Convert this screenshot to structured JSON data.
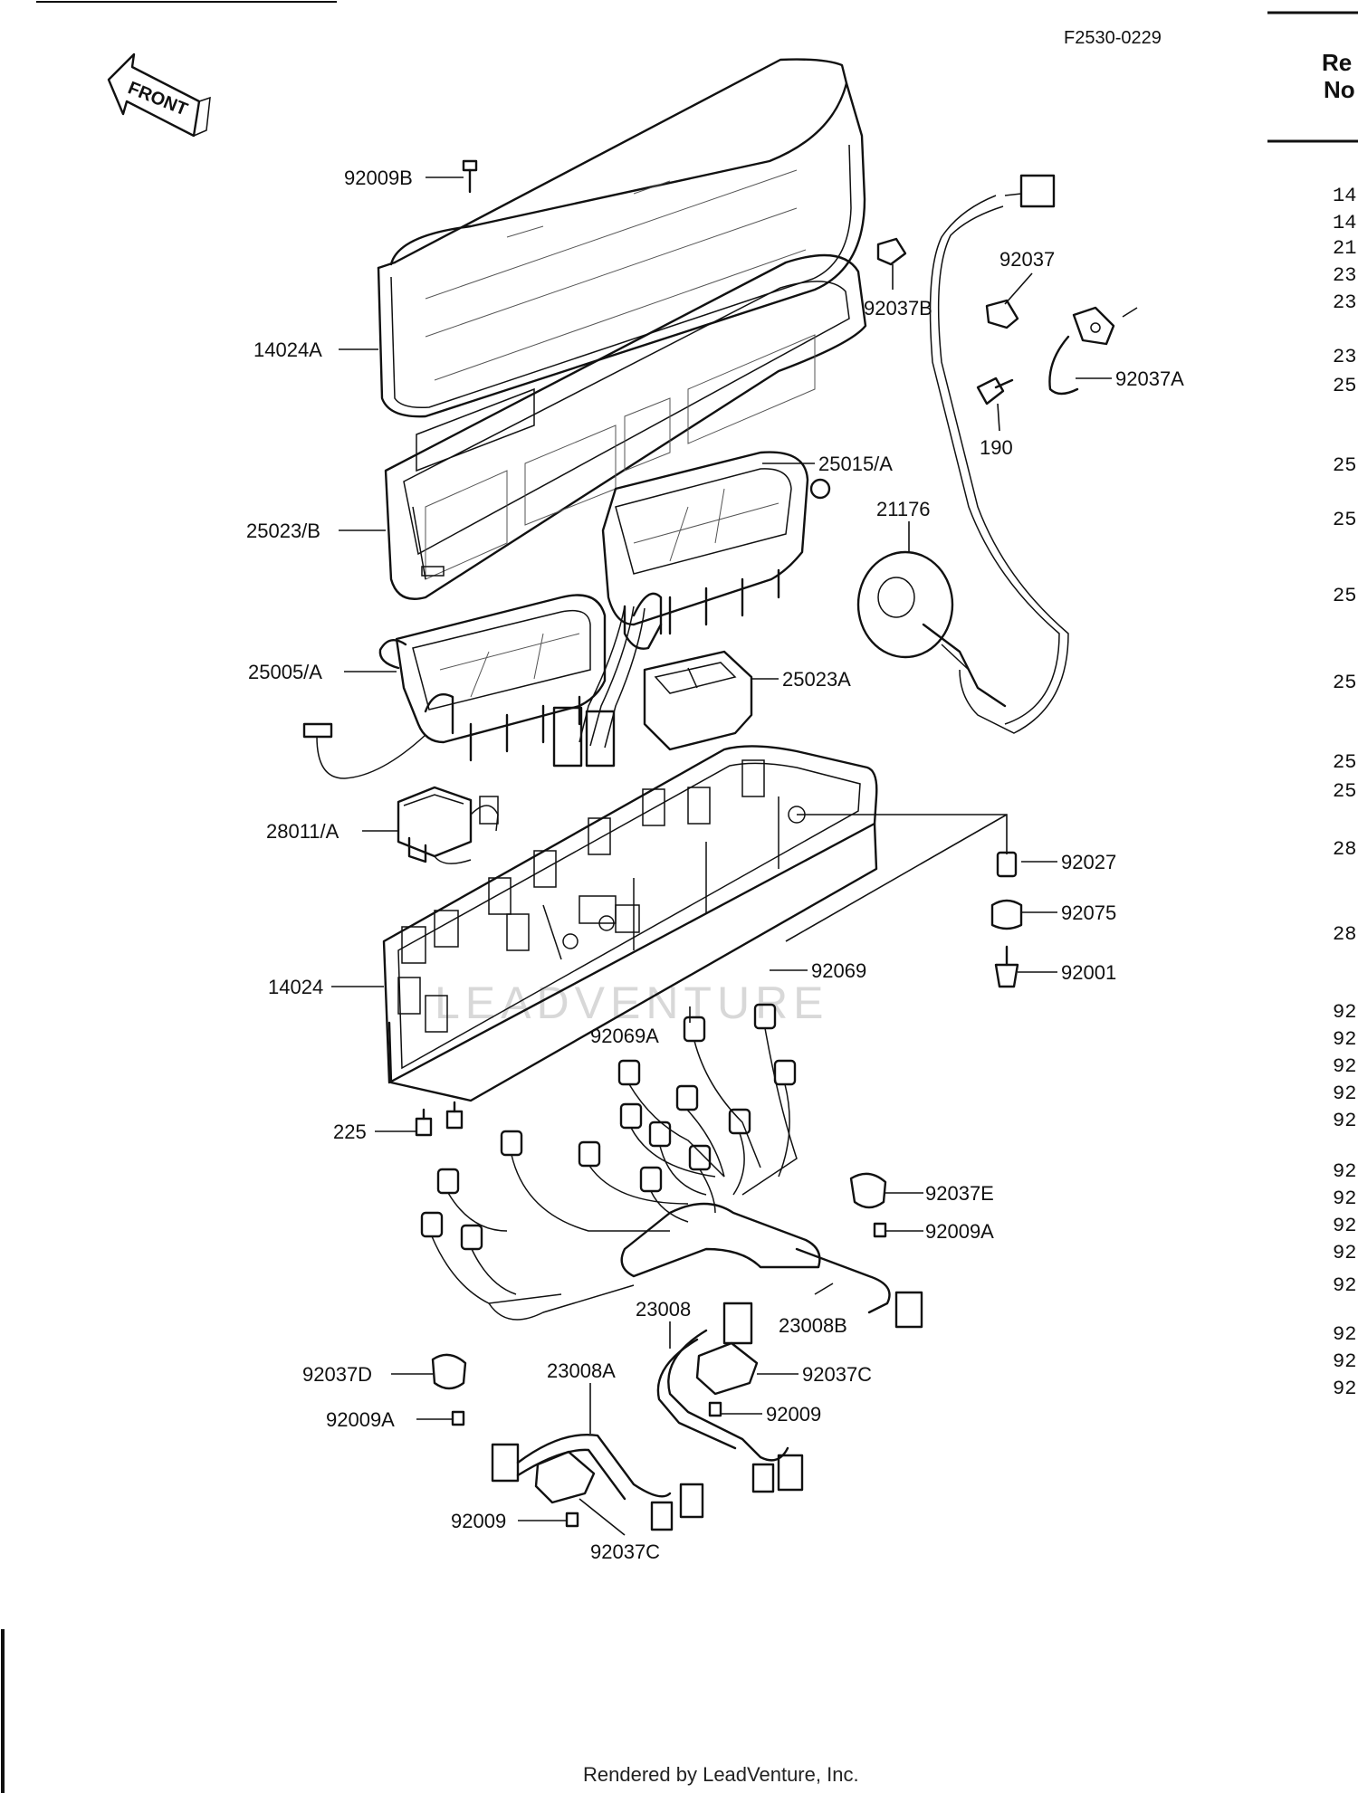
{
  "figure_code": "F2530-0229",
  "front_label": "FRONT",
  "watermark": "LEADVENTURE",
  "footer": "Rendered by LeadVenture, Inc.",
  "side_header": [
    "Re",
    "No"
  ],
  "side_numbers": [
    "14",
    "14",
    "21",
    "23",
    "23",
    "23",
    "25",
    "25",
    "25",
    "25",
    "25",
    "25",
    "25",
    "28",
    "28",
    "92",
    "92",
    "92",
    "92",
    "92",
    "92",
    "92",
    "92",
    "92",
    "92",
    "92",
    "92",
    "92"
  ],
  "callouts": {
    "c92009B": "92009B",
    "c14024A": "14024A",
    "c92037B": "92037B",
    "c92037": "92037",
    "c92037A": "92037A",
    "c190": "190",
    "c25015A": "25015/A",
    "c25023B": "25023/B",
    "c21176": "21176",
    "c25005A": "25005/A",
    "c25023A": "25023A",
    "c28011A": "28011/A",
    "c92027": "92027",
    "c92075": "92075",
    "c92001": "92001",
    "c14024": "14024",
    "c92069": "92069",
    "c92069A": "92069A",
    "c225": "225",
    "c92037E": "92037E",
    "c92009A_1": "92009A",
    "c23008": "23008",
    "c23008B": "23008B",
    "c92037D": "92037D",
    "c23008A": "23008A",
    "c92037C_1": "92037C",
    "c92009A_2": "92009A",
    "c92009_1": "92009",
    "c92009_2": "92009",
    "c92037C_2": "92037C"
  }
}
